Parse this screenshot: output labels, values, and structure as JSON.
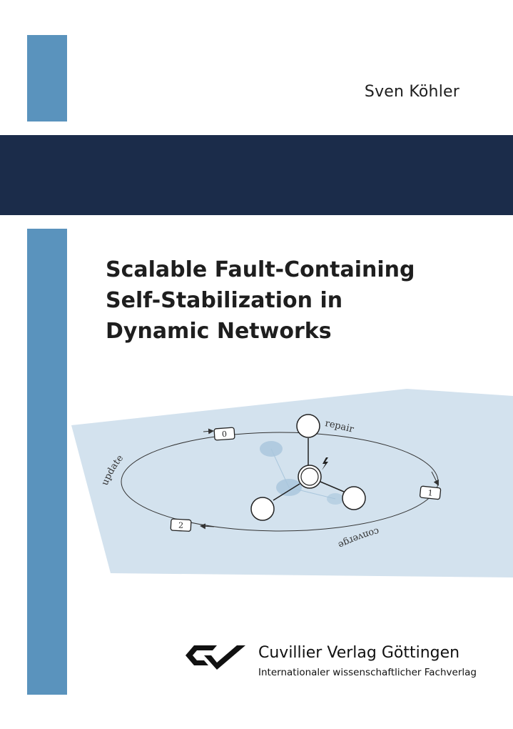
{
  "cover": {
    "author": "Sven Köhler",
    "title_lines": [
      "Scalable Fault-Containing",
      "Self-Stabilization in",
      "Dynamic Networks"
    ],
    "colors": {
      "accent_blue": "#5a93bd",
      "navy": "#1b2c4a",
      "plane": "#d3e2ee"
    }
  },
  "diagram": {
    "states": [
      "0",
      "1",
      "2"
    ],
    "transitions": [
      "repair",
      "converge",
      "update"
    ],
    "fault_icon": "lightning-icon"
  },
  "publisher": {
    "name": "Cuvillier Verlag Göttingen",
    "tagline": "Internationaler wissenschaftlicher Fachverlag"
  }
}
